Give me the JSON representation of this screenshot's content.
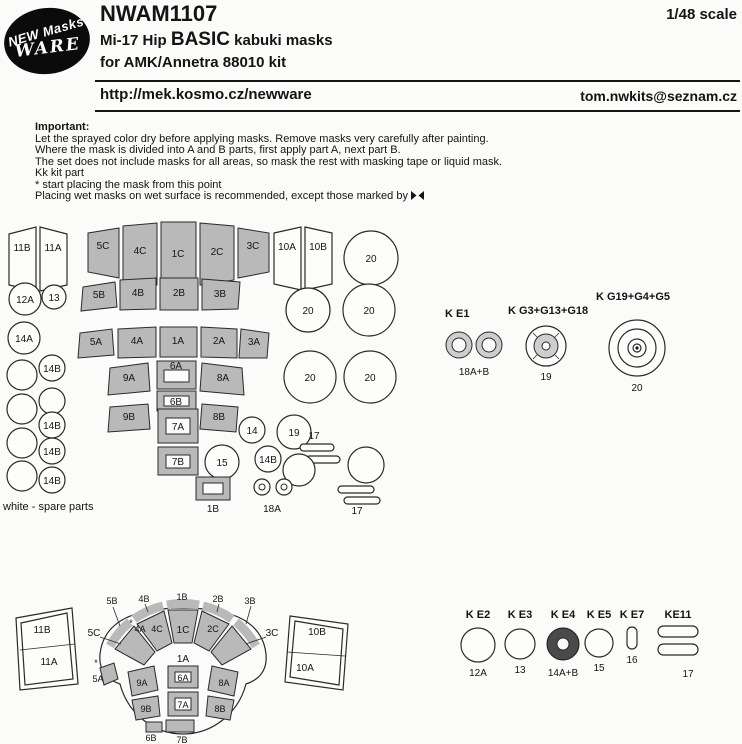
{
  "colors": {
    "mask_gray": "#b9b9b9",
    "ink": "#141414"
  },
  "header": {
    "logo_line1": "NEW Masks",
    "logo_line2": "WARE",
    "product_code": "NWAM1107",
    "scale": "1/48 scale",
    "title_prefix": "Mi-17 Hip ",
    "title_emph": "BASIC",
    "title_suffix": " kabuki masks",
    "subtitle": "for AMK/Annetra 88010 kit",
    "url": "http://mek.kosmo.cz/newware",
    "email": "tom.nwkits@seznam.cz"
  },
  "instructions": {
    "heading": "Important:",
    "line1": "Let the sprayed color dry before applying masks. Remove masks very carefully after painting.",
    "line2": "Where the mask is divided into A and B parts, first apply part A, next part B.",
    "line3": "The set does not include masks for all areas, so mask the rest with masking tape or liquid mask.",
    "line4": "Kk kit part",
    "line5": "* start placing the mask from this point",
    "line6": "Placing wet masks on wet surface is recommended, except those marked by"
  },
  "sheet": {
    "note": "white - spare parts",
    "labels": {
      "p11B": "11B",
      "p11A": "11A",
      "p5C": "5C",
      "p4C": "4C",
      "p1C": "1C",
      "p2C": "2C",
      "p3C": "3C",
      "p10A": "10A",
      "p10B": "10B",
      "c20a": "20",
      "c12A": "12A",
      "c13": "13",
      "p5B": "5B",
      "p4B": "4B",
      "p2B": "2B",
      "p3B": "3B",
      "c20b": "20",
      "c20c": "20",
      "c14A": "14A",
      "p5A": "5A",
      "p4A": "4A",
      "p1A": "1A",
      "p2A": "2A",
      "p3A": "3A",
      "c14B1": "14B",
      "p9A": "9A",
      "p6A": "6A",
      "p8A": "8A",
      "p6B": "6B",
      "c20d": "20",
      "c20e": "20",
      "c14B2": "14B",
      "p9B": "9B",
      "p7A": "7A",
      "p8B": "8B",
      "c14": "14",
      "c19": "19",
      "s17a": "17",
      "c14B3": "14B",
      "p7B": "7B",
      "c15": "15",
      "c14B5": "14B",
      "c14B4": "14B",
      "p1B": "1B",
      "p18A": "18A",
      "s17b": "17"
    }
  },
  "kit_right": [
    {
      "label": "K E1",
      "caption": "18A+B"
    },
    {
      "label": "K G3+G13+G18",
      "caption": "19"
    },
    {
      "label": "K G19+G4+G5",
      "caption": "20"
    }
  ],
  "placement": {
    "labels": {
      "p11B": "11B",
      "p11A": "11A",
      "t5B": "5B",
      "t4B": "4B",
      "t1B": "1B",
      "t2B": "2B",
      "t3B": "3B",
      "t5C": "5C",
      "t4A": "4A",
      "t4C": "4C",
      "t1C": "1C",
      "t2C": "2C",
      "t3C": "3C",
      "t1A": "1A",
      "t5A": "5A",
      "t9A": "9A",
      "t6A": "6A",
      "t8A": "8A",
      "t9B": "9B",
      "t7A": "7A",
      "t8B": "8B",
      "t6B": "6B",
      "t7B": "7B",
      "p10B": "10B",
      "p10A": "10A",
      "star": "*"
    }
  },
  "kit_bottom": [
    {
      "label": "K E2",
      "caption": "12A"
    },
    {
      "label": "K E3",
      "caption": "13"
    },
    {
      "label": "K E4",
      "caption": "14A+B"
    },
    {
      "label": "K E5",
      "caption": "15"
    },
    {
      "label": "K E7",
      "caption": "16"
    },
    {
      "label": "KE11",
      "caption": "17"
    }
  ]
}
